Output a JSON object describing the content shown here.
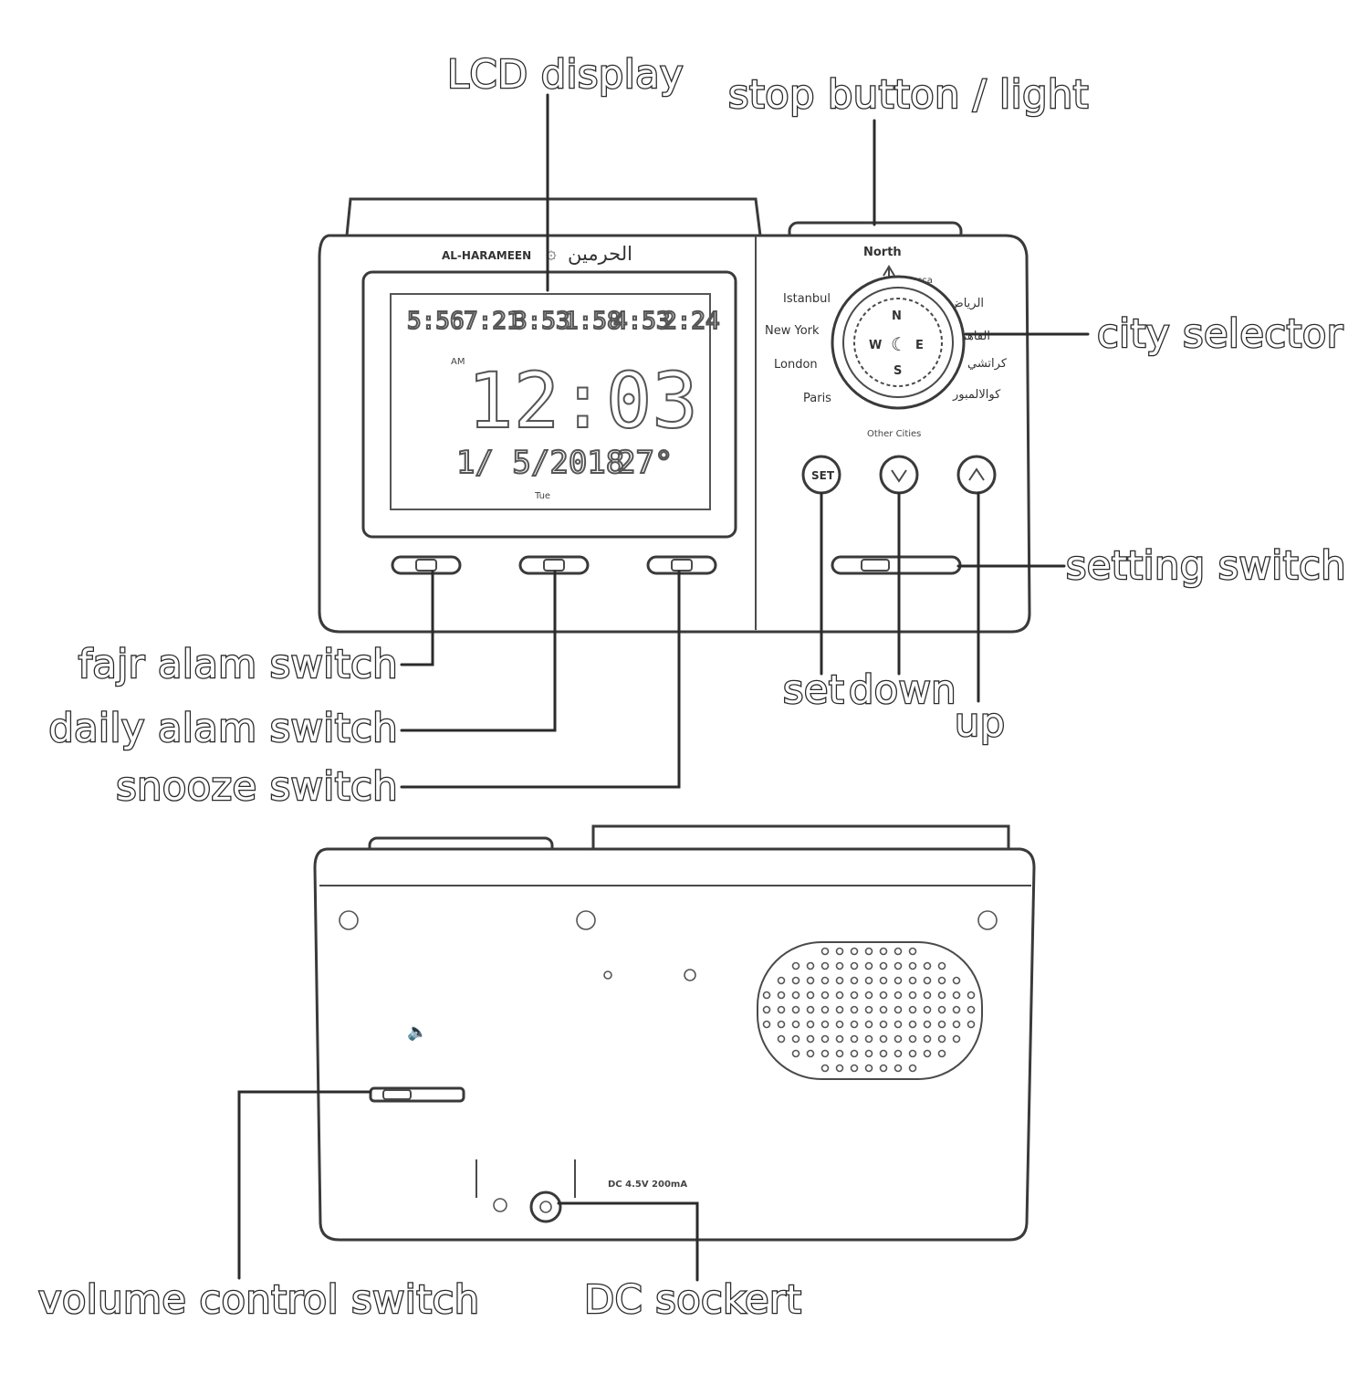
{
  "labels": {
    "lcd_display": "LCD display",
    "stop_button": "stop button / light",
    "city_selector": "city selector",
    "setting_switch": "setting switch",
    "fajr_switch": "fajr alam switch",
    "daily_switch": "daily alam switch",
    "snooze_switch": "snooze switch",
    "set": "set",
    "down": "down",
    "up": "up",
    "volume_switch": "volume control switch",
    "dc_socket": "DC sockert"
  },
  "brand": {
    "latin": "AL-HARAMEEN",
    "arabic": "الحرمين"
  },
  "lcd": {
    "prayer_times": [
      "5:56",
      "7:21",
      "3:53",
      "1:58",
      "4:53",
      "2:24"
    ],
    "ampm": "AM",
    "time": "12:03",
    "date": "1/ 5/2018",
    "temperature": "27°",
    "weekday": "Tue"
  },
  "dial": {
    "north": "North",
    "mecca": "Mecca",
    "cities_left": [
      "Istanbul",
      "New York",
      "London",
      "Paris"
    ],
    "cities_right": [
      "الرياض",
      "القاهرة",
      "كراتشي",
      "كوالالمبور"
    ],
    "other": "Other Cities",
    "compass_letters": [
      "N",
      "E",
      "S",
      "W"
    ]
  },
  "buttons": {
    "set_key": "SET"
  },
  "back": {
    "power_rating": "DC 4.5V 200mA"
  }
}
